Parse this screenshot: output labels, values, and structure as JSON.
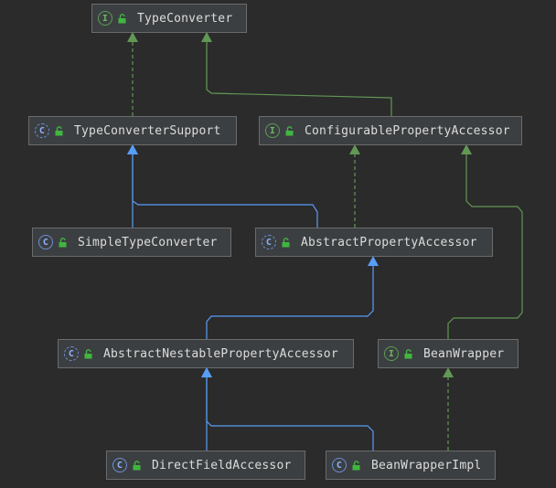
{
  "colors": {
    "background": "#2b2b2b",
    "node_fill": "#3c3f41",
    "node_border": "#6b6b6b",
    "extends_edge": "#589df6",
    "implements_edge": "#629755",
    "public_lock": "#40b640"
  },
  "nodes": [
    {
      "id": "type-converter",
      "label": "TypeConverter",
      "kind": "interface",
      "kind_letter": "I",
      "icon": "interface-icon"
    },
    {
      "id": "type-converter-support",
      "label": "TypeConverterSupport",
      "kind": "abstract",
      "kind_letter": "C",
      "icon": "abstract-class-icon"
    },
    {
      "id": "configurable-property-accessor",
      "label": "ConfigurablePropertyAccessor",
      "kind": "interface",
      "kind_letter": "I",
      "icon": "interface-icon"
    },
    {
      "id": "simple-type-converter",
      "label": "SimpleTypeConverter",
      "kind": "class",
      "kind_letter": "C",
      "icon": "class-icon"
    },
    {
      "id": "abstract-property-accessor",
      "label": "AbstractPropertyAccessor",
      "kind": "abstract",
      "kind_letter": "C",
      "icon": "abstract-class-icon"
    },
    {
      "id": "abstract-nestable-property-accessor",
      "label": "AbstractNestablePropertyAccessor",
      "kind": "abstract",
      "kind_letter": "C",
      "icon": "abstract-class-icon"
    },
    {
      "id": "bean-wrapper",
      "label": "BeanWrapper",
      "kind": "interface",
      "kind_letter": "I",
      "icon": "interface-icon"
    },
    {
      "id": "direct-field-accessor",
      "label": "DirectFieldAccessor",
      "kind": "class",
      "kind_letter": "C",
      "icon": "class-icon"
    },
    {
      "id": "bean-wrapper-impl",
      "label": "BeanWrapperImpl",
      "kind": "class",
      "kind_letter": "C",
      "icon": "class-icon"
    }
  ],
  "edges": [
    {
      "from": "type-converter-support",
      "to": "type-converter",
      "relation": "implements"
    },
    {
      "from": "configurable-property-accessor",
      "to": "type-converter",
      "relation": "extends-interface"
    },
    {
      "from": "simple-type-converter",
      "to": "type-converter-support",
      "relation": "extends"
    },
    {
      "from": "abstract-property-accessor",
      "to": "type-converter-support",
      "relation": "extends"
    },
    {
      "from": "abstract-property-accessor",
      "to": "configurable-property-accessor",
      "relation": "implements"
    },
    {
      "from": "abstract-nestable-property-accessor",
      "to": "abstract-property-accessor",
      "relation": "extends"
    },
    {
      "from": "bean-wrapper",
      "to": "configurable-property-accessor",
      "relation": "extends-interface"
    },
    {
      "from": "direct-field-accessor",
      "to": "abstract-nestable-property-accessor",
      "relation": "extends"
    },
    {
      "from": "bean-wrapper-impl",
      "to": "abstract-nestable-property-accessor",
      "relation": "extends"
    },
    {
      "from": "bean-wrapper-impl",
      "to": "bean-wrapper",
      "relation": "implements"
    }
  ]
}
